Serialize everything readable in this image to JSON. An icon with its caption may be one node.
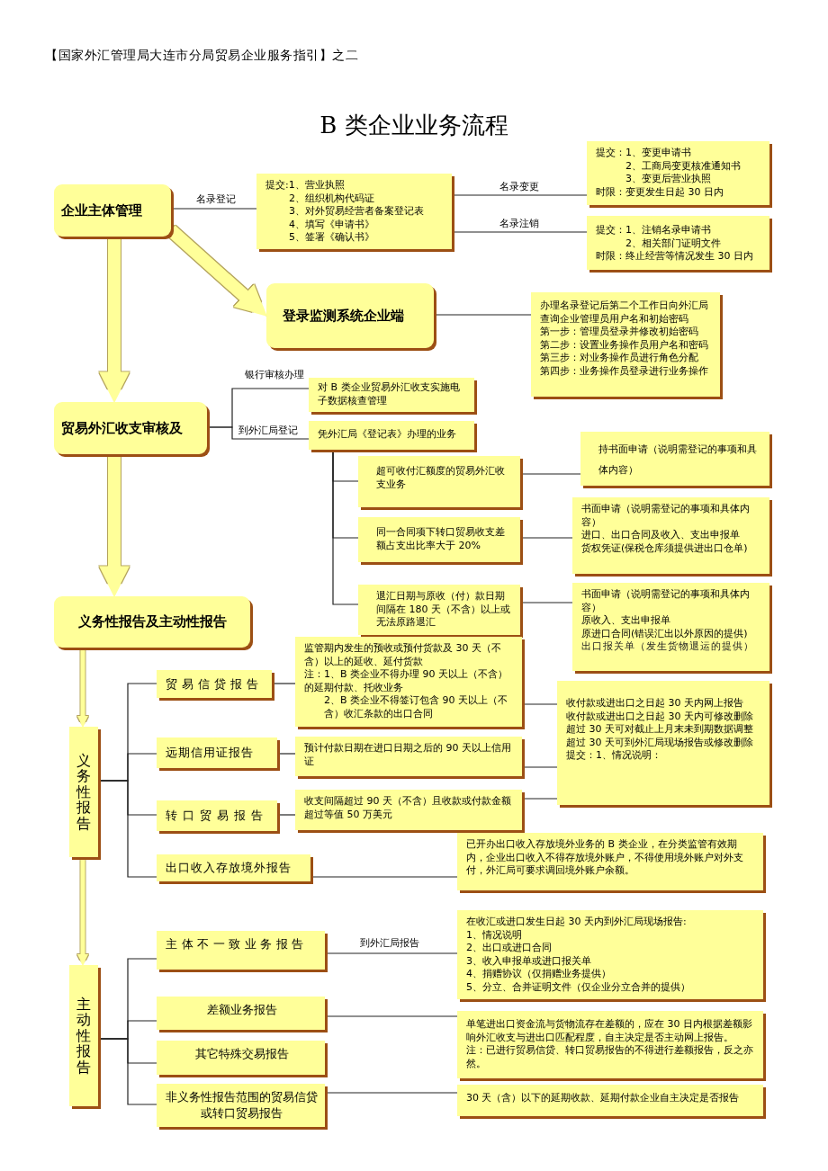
{
  "diagram": {
    "title": "B 类企业业务流程",
    "nodes": [
      {
        "text": [
          "企业主体管理"
        ]
      },
      {
        "text": [
          "提交:1、营业执照",
          "2、组织机构代码证",
          "3、对外贸易经营者备案登记表",
          "4、填写《申请书》",
          "5、签署《确认书》"
        ]
      },
      {
        "text": [
          "提交：1、变更申请书",
          "2、工商局变更核准通知书",
          "3、变更后营业执照",
          "时限：变更发生日起 30 日内"
        ]
      },
      {
        "text": [
          "提交：1、注销名录申请书",
          "2、相关部门证明文件",
          "时限：终止经营等情况发生 30 日内"
        ]
      },
      {
        "text": [
          "登录监测系统企业端"
        ]
      },
      {
        "text": [
          "办理名录登记后第二个工作日向外汇局查询企业管理员用户名和初始密码",
          "第一步：管理员登录并修改初始密码",
          "第二步：设置业务操作员用户名和密码",
          "第三步：对业务操作员进行角色分配",
          "第四步：业务操作员登录进行业务操作"
        ]
      },
      {
        "text": [
          "贸易外汇收支审核及"
        ]
      },
      {
        "text": [
          "对 B 类企业贸易外汇收支实施电子数据核查管理"
        ]
      },
      {
        "text": [
          "凭外汇局《登记表》办理的业务"
        ]
      },
      {
        "text": [
          "超可收付汇额度的贸易外汇收支业务"
        ]
      },
      {
        "text": [
          "持书面申请（说明需登记的事项和具体内容）"
        ]
      },
      {
        "text": [
          "同一合同项下转口贸易收支差额占支出比率大于 20%"
        ]
      },
      {
        "text": [
          "书面申请（说明需登记的事项和具体内容）",
          "进口、出口合同及收入、支出申报单",
          "货权凭证(保税仓库须提供进出口仓单)"
        ]
      },
      {
        "text": [
          "退汇日期与原收（付）款日期间隔在 180 天（不含）以上或无法原路退汇"
        ]
      },
      {
        "text": [
          "书面申请（说明需登记的事项和具体内容）",
          "原收入、支出申报单",
          "原进口合同(错误汇出以外原因的提供)",
          "出口报关单（发生货物退运的提供）"
        ]
      },
      {
        "text": [
          "义务性报告及主动性报告"
        ]
      },
      {
        "text": [
          "义务性报告"
        ]
      },
      {
        "text": [
          "贸易信贷报告"
        ]
      },
      {
        "text": [
          "监管期内发生的预收或预付货款及 30 天（不含）以上的延收、延付货款",
          "注：1、B 类企业不得办理 90 天以上（不含）的延期付款、托收业务",
          "2、B 类企业不得签订包含 90 天以上（不含）收汇条款的出口合同"
        ]
      },
      {
        "text": [
          "远期信用证报告"
        ]
      },
      {
        "text": [
          "预计付款日期在进口日期之后的 90 天以上信用证"
        ]
      },
      {
        "text": [
          "转口贸易报告"
        ]
      },
      {
        "text": [
          "收支间隔超过 90 天（不含）且收款或付款金额超过等值 50 万美元"
        ]
      },
      {
        "text": [
          "收付款或进出口之日起 30 天内网上报告",
          "收付款或进出口之日起 30 天内可修改删除",
          "超过 30 天可对截止上月末未到期数据调整",
          "超过 30 天可到外汇局现场报告或修改删除",
          "提交：1、情况说明："
        ]
      },
      {
        "text": [
          "出口收入存放境外报告"
        ]
      },
      {
        "text": [
          "已开办出口收入存放境外业务的 B 类企业，在分类监管有效期内，企业出口收入不得存放境外账户，不得使用境外账户对外支付，外汇局可要求调回境外账户余额。"
        ]
      },
      {
        "text": [
          "主动性报告"
        ]
      },
      {
        "text": [
          "主体不一致业务报告"
        ]
      },
      {
        "text": [
          "在收汇或进口发生日起 30 天内到外汇局现场报告:",
          "1、情况说明",
          "2、出口或进口合同",
          "3、收入申报单或进口报关单",
          "4、捐赠协议（仅捐赠业务提供）",
          "5、分立、合并证明文件（仅企业分立合并的提供）"
        ]
      },
      {
        "text": [
          "差额业务报告"
        ]
      },
      {
        "text": [
          "其它特殊交易报告"
        ]
      },
      {
        "text": [
          "单笔进出口资金流与货物流存在差额的，应在 30 日内根据差额影响外汇收支与进出口匹配程度，自主决定是否主动网上报告。",
          "注：已进行贸易信贷、转口贸易报告的不得进行差额报告，反之亦然。"
        ]
      },
      {
        "text": [
          "非义务性报告范围的贸易信贷或转口贸易报告"
        ]
      },
      {
        "text": [
          "30 天（含）以下的延期收款、延期付款企业自主决定是否报告"
        ]
      }
    ],
    "edges": [
      {
        "from": 0,
        "to": 1,
        "arrow": "none",
        "label": "名录登记"
      },
      {
        "from": 1,
        "to": 2,
        "arrow": "none",
        "label": "名录变更"
      },
      {
        "from": 1,
        "to": 3,
        "arrow": "none",
        "label": "名录注销"
      },
      {
        "from": 0,
        "to": 4,
        "arrow": "to",
        "style": "thick",
        "color": "#ffff99"
      },
      {
        "from": 0,
        "to": 6,
        "arrow": "to",
        "style": "thick",
        "color": "#ffff99"
      },
      {
        "from": 6,
        "to": 15,
        "arrow": "to",
        "style": "thick",
        "color": "#ffff99"
      },
      {
        "from": 15,
        "to": 16,
        "arrow": "to",
        "style": "thick",
        "color": "#ffff99"
      },
      {
        "from": 16,
        "to": 26,
        "arrow": "to",
        "style": "thick",
        "color": "#ffff99"
      },
      {
        "from": 4,
        "to": 5,
        "arrow": "none"
      },
      {
        "from": 6,
        "to": 7,
        "arrow": "none",
        "label": "银行审核办理"
      },
      {
        "from": 6,
        "to": 8,
        "arrow": "none",
        "label": "到外汇局登记"
      },
      {
        "from": 8,
        "to": 9,
        "arrow": "none"
      },
      {
        "from": 8,
        "to": 11,
        "arrow": "none"
      },
      {
        "from": 8,
        "to": 13,
        "arrow": "none"
      },
      {
        "from": 9,
        "to": 10,
        "arrow": "none"
      },
      {
        "from": 11,
        "to": 12,
        "arrow": "none"
      },
      {
        "from": 13,
        "to": 14,
        "arrow": "none"
      },
      {
        "from": 16,
        "to": 17,
        "arrow": "none"
      },
      {
        "from": 16,
        "to": 19,
        "arrow": "none"
      },
      {
        "from": 16,
        "to": 21,
        "arrow": "none"
      },
      {
        "from": 16,
        "to": 24,
        "arrow": "none"
      },
      {
        "from": 17,
        "to": 18,
        "arrow": "none"
      },
      {
        "from": 19,
        "to": 20,
        "arrow": "none"
      },
      {
        "from": 21,
        "to": 22,
        "arrow": "none"
      },
      {
        "from": 24,
        "to": 25,
        "arrow": "none"
      },
      {
        "from": 18,
        "to": 23,
        "arrow": "none"
      },
      {
        "from": 20,
        "to": 23,
        "arrow": "none"
      },
      {
        "from": 22,
        "to": 23,
        "arrow": "none"
      },
      {
        "from": 26,
        "to": 27,
        "arrow": "none"
      },
      {
        "from": 26,
        "to": 29,
        "arrow": "none"
      },
      {
        "from": 26,
        "to": 30,
        "arrow": "none"
      },
      {
        "from": 26,
        "to": 32,
        "arrow": "none"
      },
      {
        "from": 27,
        "to": 28,
        "arrow": "none",
        "label": "到外汇局报告"
      },
      {
        "from": 29,
        "to": 31,
        "arrow": "none"
      },
      {
        "from": 32,
        "to": 33,
        "arrow": "none"
      }
    ],
    "labels": [
      "【国家外汇管理局大连市分局贸易企业服务指引】之二"
    ]
  }
}
